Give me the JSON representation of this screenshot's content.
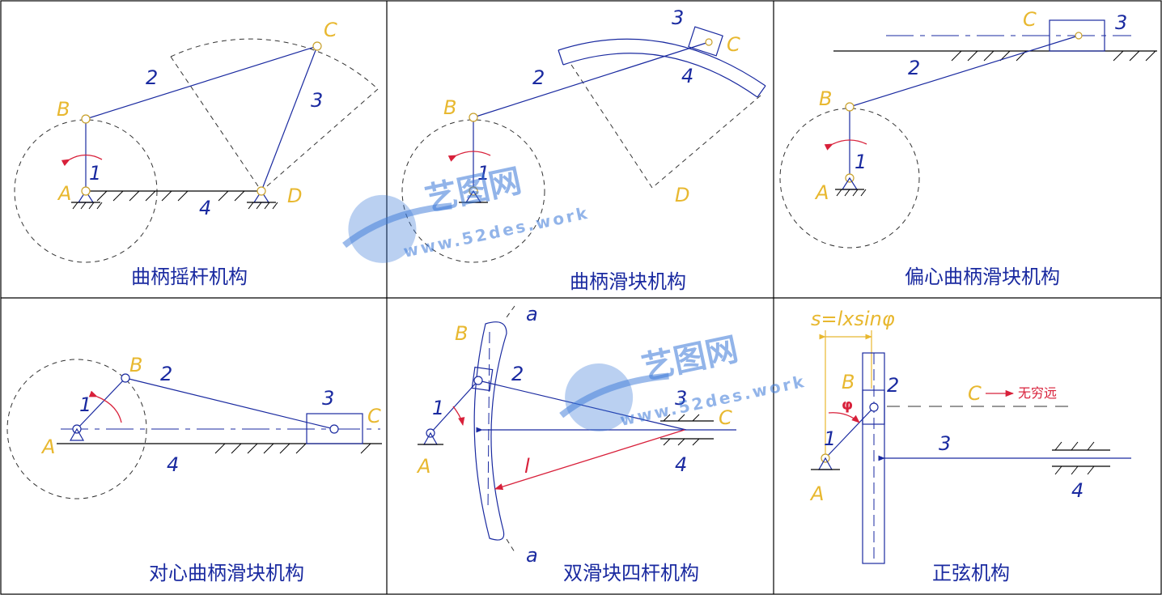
{
  "titles": {
    "p1": "曲柄摇杆机构",
    "p2": "曲柄滑块机构",
    "p3": "偏心曲柄滑块机构",
    "p4": "对心曲柄滑块机构",
    "p5": "双滑块四杆机构",
    "p6": "正弦机构"
  },
  "labels": {
    "A": "A",
    "B": "B",
    "C": "C",
    "D": "D",
    "a": "a",
    "l": "l",
    "n1": "1",
    "n2": "2",
    "n3": "3",
    "n4": "4",
    "phi": "φ",
    "formula": "s=lxsinφ",
    "infinity": "无穷远"
  },
  "watermark": {
    "brand": "艺图网",
    "url": "www.52des.work"
  },
  "colors": {
    "link": "#1a2aa0",
    "label_yellow": "#e8b830",
    "arrow_red": "#d8203a",
    "watermark": "#3a78d8"
  }
}
